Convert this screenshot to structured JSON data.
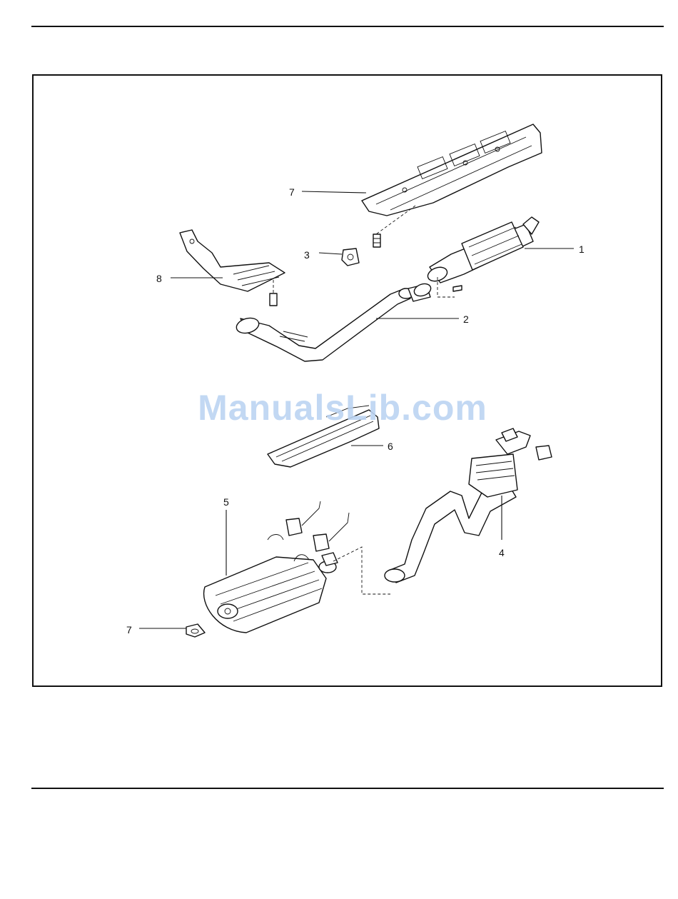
{
  "watermark": "ManualsLib.com",
  "callouts": {
    "c7_top": "7",
    "c1": "1",
    "c3": "3",
    "c8": "8",
    "c2": "2",
    "c6": "6",
    "c5": "5",
    "c4": "4",
    "c7_bottom": "7"
  }
}
